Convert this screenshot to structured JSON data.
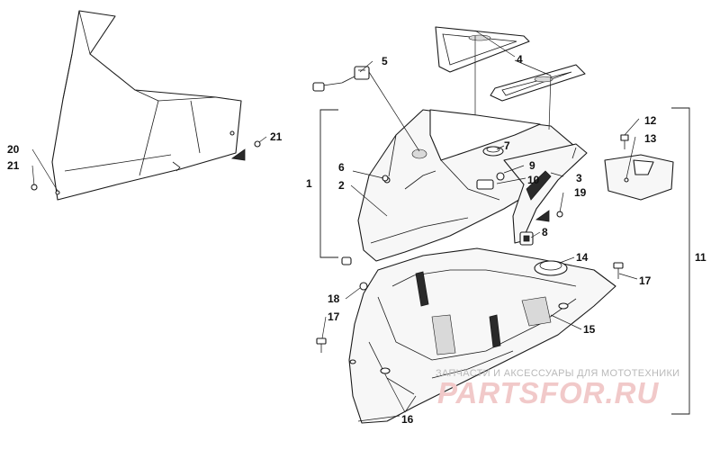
{
  "callouts": {
    "c1": "1",
    "c2": "2",
    "c3": "3",
    "c4": "4",
    "c5": "5",
    "c6": "6",
    "c7": "7",
    "c8": "8",
    "c9": "9",
    "c10": "10",
    "c11": "11",
    "c12": "12",
    "c13": "13",
    "c14": "14",
    "c15": "15",
    "c16": "16",
    "c17a": "17",
    "c17b": "17",
    "c18": "18",
    "c19": "19",
    "c20": "20",
    "c21a": "21",
    "c21b": "21"
  },
  "watermark": {
    "tagline": "ЗАПЧАСТИ И АКСЕССУАРЫ ДЛЯ МОТОТЕХНИКИ",
    "brand": "PARTSFOR.RU"
  },
  "colors": {
    "line": "#1a1a1a",
    "watermark_brand": "#f1c9c9",
    "watermark_tagline": "#b9b9b9"
  }
}
